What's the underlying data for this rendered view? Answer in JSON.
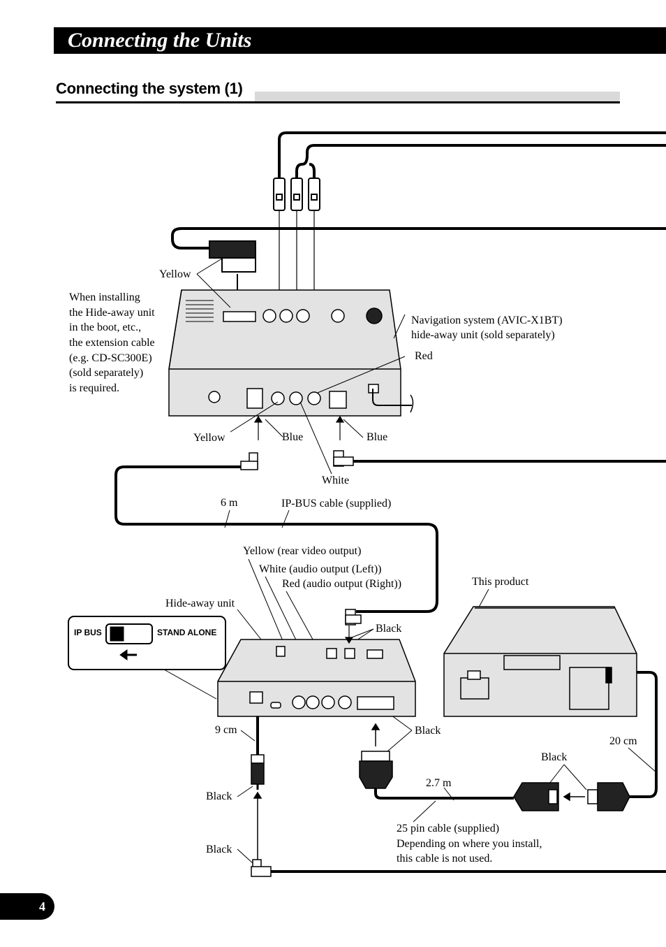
{
  "header": {
    "title": "Connecting the Units"
  },
  "section": {
    "title": "Connecting the system (1)"
  },
  "labels": {
    "yellow_top": "Yellow",
    "boot_note": [
      "When installing",
      "the Hide-away unit",
      "in the boot, etc.,",
      "the extension cable",
      "(e.g. CD-SC300E)",
      "(sold separately)",
      " is required."
    ],
    "nav_system": [
      "Navigation system (AVIC-X1BT)",
      "hide-away unit (sold separately)"
    ],
    "red": "Red",
    "yellow_bottom": "Yellow",
    "blue_left": "Blue",
    "blue_right": "Blue",
    "white": "White",
    "six_m": "6 m",
    "ip_bus_cable": "IP-BUS cable (supplied)",
    "yellow_rear": "Yellow (rear video output)",
    "white_audio": "White (audio output (Left))",
    "red_audio": "Red (audio output (Right))",
    "this_product": "This product",
    "hideaway_unit": "Hide-away unit",
    "ip_bus_switch": "IP BUS",
    "stand_alone": "STAND ALONE",
    "black_ipbus": "Black",
    "black_25pin": "Black",
    "nine_cm": "9 cm",
    "twenty_cm": "20 cm",
    "black_plug": "Black",
    "black_lower": "Black",
    "black_connectors": "Black",
    "two_seven_m": "2.7 m",
    "pin25_cable": [
      "25 pin cable (supplied)",
      "Depending on where you install,",
      "this cable is not used."
    ]
  },
  "page": {
    "number": "4"
  },
  "colors": {
    "unit_fill": "#e3e3e3",
    "cable": "#000000",
    "header_bg": "#000000"
  }
}
